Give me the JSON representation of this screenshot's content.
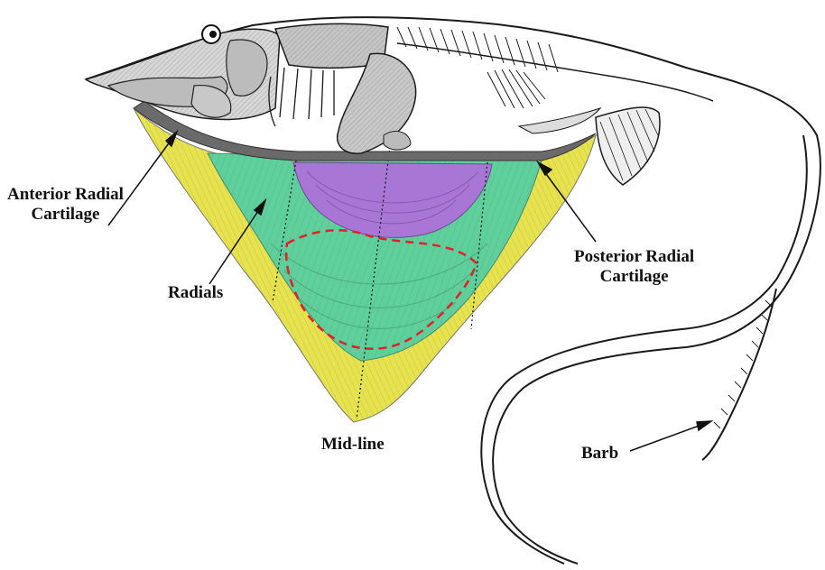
{
  "labels": {
    "anterior_radial_cartilage": [
      "Anterior Radial",
      "Cartilage"
    ],
    "posterior_radial_cartilage": [
      "Posterior Radial",
      "Cartilage"
    ],
    "radials": "Radials",
    "mid_line": "Mid-line",
    "barb": "Barb"
  },
  "colors": {
    "outer_fin": "#e6e34f",
    "radials_zone": "#5fcf9c",
    "inner_zone": "#a877d6",
    "dashed_outline": "#e0202a",
    "cartilage": "#6b6b6b",
    "bone": "#c9c9c9",
    "ink": "#1a1a1a"
  }
}
